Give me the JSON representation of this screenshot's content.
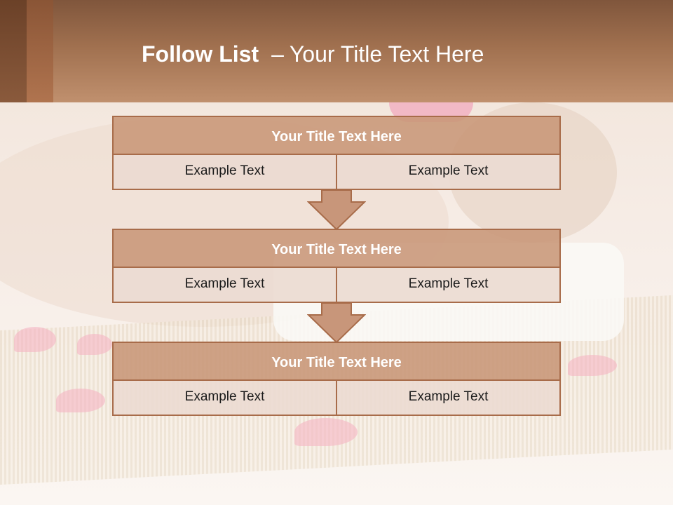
{
  "slide": {
    "title_bold": "Follow List",
    "title_dash": "–",
    "title_rest": "Your Title Text Here"
  },
  "colors": {
    "header": "#a0704f",
    "block_title_fill": "#c8967a",
    "block_border": "#a86c4a",
    "cell_fill": "#ebdad2",
    "arrow_fill": "#c8967a"
  },
  "flow": {
    "steps": [
      {
        "title": "Your Title Text Here",
        "left": "Example Text",
        "right": "Example Text"
      },
      {
        "title": "Your Title Text Here",
        "left": "Example Text",
        "right": "Example Text"
      },
      {
        "title": "Your Title Text Here",
        "left": "Example Text",
        "right": "Example Text"
      }
    ]
  }
}
